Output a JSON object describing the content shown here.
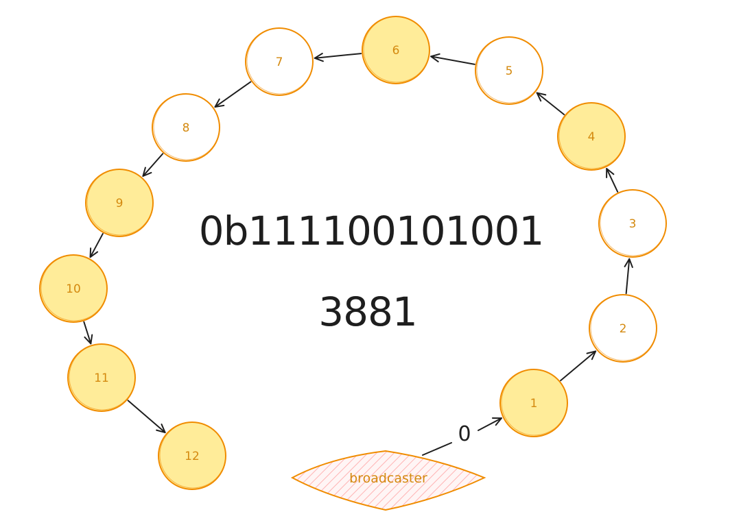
{
  "colors": {
    "node_stroke": "#f08c00",
    "node_fill_on": "#ffec99",
    "node_fill_off": "#ffffff",
    "label_color": "#d4890f",
    "arrow_color": "#1e1e1e",
    "broadcaster_fill": "#ffc9c9",
    "text_color": "#1e1e1e"
  },
  "diagram": {
    "binary_text": "0b111100101001",
    "decimal_text": "3881",
    "broadcaster": {
      "label": "broadcaster"
    },
    "edge_label": "0",
    "nodes": [
      {
        "id": "1",
        "label": "1",
        "on": true
      },
      {
        "id": "2",
        "label": "2",
        "on": false
      },
      {
        "id": "3",
        "label": "3",
        "on": false
      },
      {
        "id": "4",
        "label": "4",
        "on": true
      },
      {
        "id": "5",
        "label": "5",
        "on": false
      },
      {
        "id": "6",
        "label": "6",
        "on": true
      },
      {
        "id": "7",
        "label": "7",
        "on": false
      },
      {
        "id": "8",
        "label": "8",
        "on": false
      },
      {
        "id": "9",
        "label": "9",
        "on": true
      },
      {
        "id": "10",
        "label": "10",
        "on": true
      },
      {
        "id": "11",
        "label": "11",
        "on": true
      },
      {
        "id": "12",
        "label": "12",
        "on": true
      }
    ],
    "edges": [
      {
        "from": "broadcaster",
        "to": "1"
      },
      {
        "from": "1",
        "to": "2"
      },
      {
        "from": "2",
        "to": "3"
      },
      {
        "from": "3",
        "to": "4"
      },
      {
        "from": "4",
        "to": "5"
      },
      {
        "from": "5",
        "to": "6"
      },
      {
        "from": "6",
        "to": "7"
      },
      {
        "from": "7",
        "to": "8"
      },
      {
        "from": "8",
        "to": "9"
      },
      {
        "from": "9",
        "to": "10"
      },
      {
        "from": "10",
        "to": "11"
      },
      {
        "from": "11",
        "to": "12"
      }
    ]
  }
}
